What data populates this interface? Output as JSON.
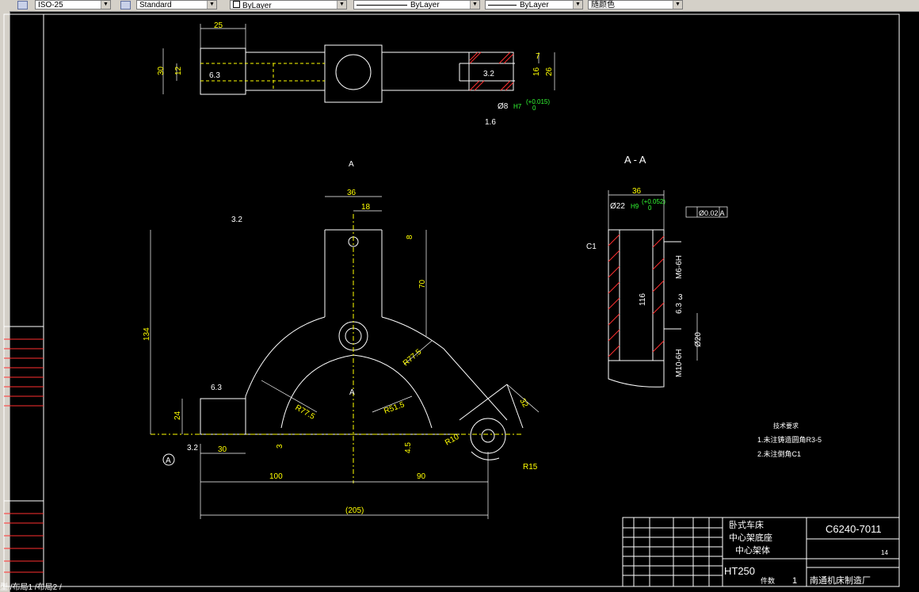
{
  "toolbar": {
    "dimstyle": "ISO-25",
    "textstyle": "Standard",
    "layer": "ByLayer",
    "linetype": "ByLayer",
    "lineweight": "ByLayer",
    "color": "随颜色"
  },
  "status": {
    "layout_tabs": "型 /布局1 /布局2 /"
  },
  "drawing": {
    "section_label": "A - A",
    "view_mark": "A",
    "datum": "A",
    "top_view_dims": {
      "w25": "25",
      "h30": "30",
      "h12": "12",
      "d7": "7",
      "d26": "26",
      "h16": "16",
      "bore": "Ø8",
      "bore_tol_cls": "H7",
      "bore_tol_up": "(+0.015)",
      "bore_tol_lo": "0",
      "rough_16": "1.6",
      "rough_32": "3.2",
      "rough_63": "6.3",
      "rough_a": "3.2"
    },
    "front_view_dims": {
      "d36": "36",
      "d18": "18",
      "d8": "8",
      "d70": "70",
      "d134": "134",
      "d24": "24",
      "d30": "30",
      "d3": "3",
      "d45": "4.5",
      "d100": "100",
      "d90": "90",
      "d205": "(205)",
      "r775a": "R77.5",
      "r775b": "R77.5",
      "r515": "R51.5",
      "r10": "R10",
      "r15": "R15",
      "d32": "32",
      "rough_top": "3.2",
      "rough_63": "6.3",
      "rough_32": "3.2"
    },
    "section_dims": {
      "d36": "36",
      "bore": "Ø22",
      "bore_tol_cls": "H9",
      "bore_tol_up": "(+0.052)",
      "bore_tol_lo": "0",
      "tolframe": "Ø0.02 A",
      "c1": "C1",
      "m6": "M6-6H",
      "d3": "3",
      "rough": "6.3",
      "d20": "Ø20",
      "m10": "M10-6H",
      "d116": "116"
    },
    "tech_notes": {
      "title": "技术要求",
      "line1": "1.未注铸造圆角R3-5",
      "line2": "2.未注倒角C1"
    },
    "title_block": {
      "name_line1": "卧式车床",
      "name_line2": "中心架底座",
      "name_line3": "中心架体",
      "code": "C6240-7011",
      "material": "HT250",
      "qty_label": "件数",
      "qty": "1",
      "maker": "南通机床制造厂",
      "sheet": "14"
    }
  }
}
